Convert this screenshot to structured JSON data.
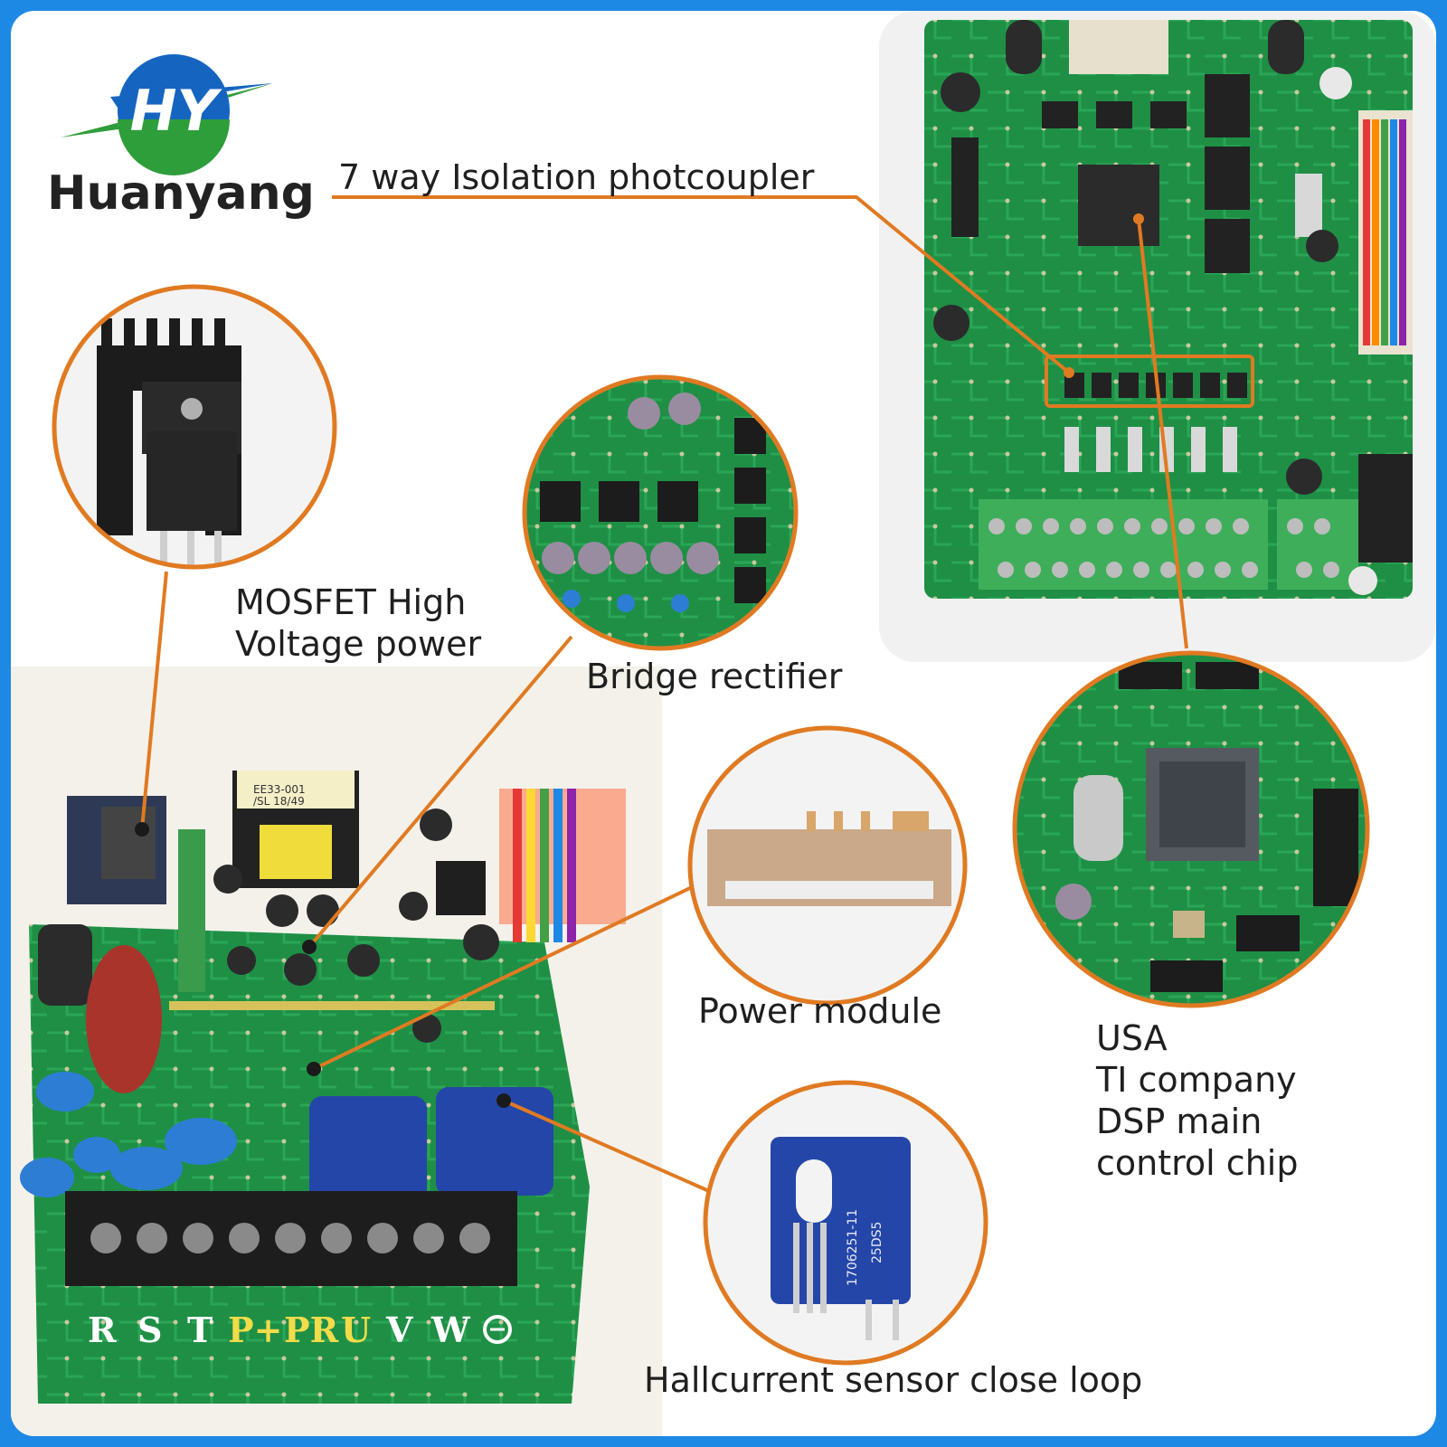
{
  "brand": {
    "name": "Huanyang",
    "logo_letters": "HY"
  },
  "labels": {
    "photocoupler": "7 way Isolation photcoupler",
    "mosfet": [
      "MOSFET High",
      "Voltage power"
    ],
    "bridge": "Bridge rectifier",
    "power_module": "Power module",
    "dsp": [
      "USA",
      "TI company",
      "DSP main",
      "control chip"
    ],
    "hall": "Hallcurrent sensor close loop"
  },
  "terminals": [
    "R",
    "S",
    "T",
    "P+",
    "PR",
    "U",
    "V",
    "W"
  ],
  "transformer_text": [
    "EE33-001",
    "/SL 18/49"
  ],
  "sensor_text": [
    "1706251-11",
    "25DS5"
  ],
  "colors": {
    "border": "#1e88e5",
    "pcb": "#1f8f45",
    "callout": "#e07a22",
    "logo_blue": "#1565c0",
    "logo_green": "#2e9e3a"
  }
}
